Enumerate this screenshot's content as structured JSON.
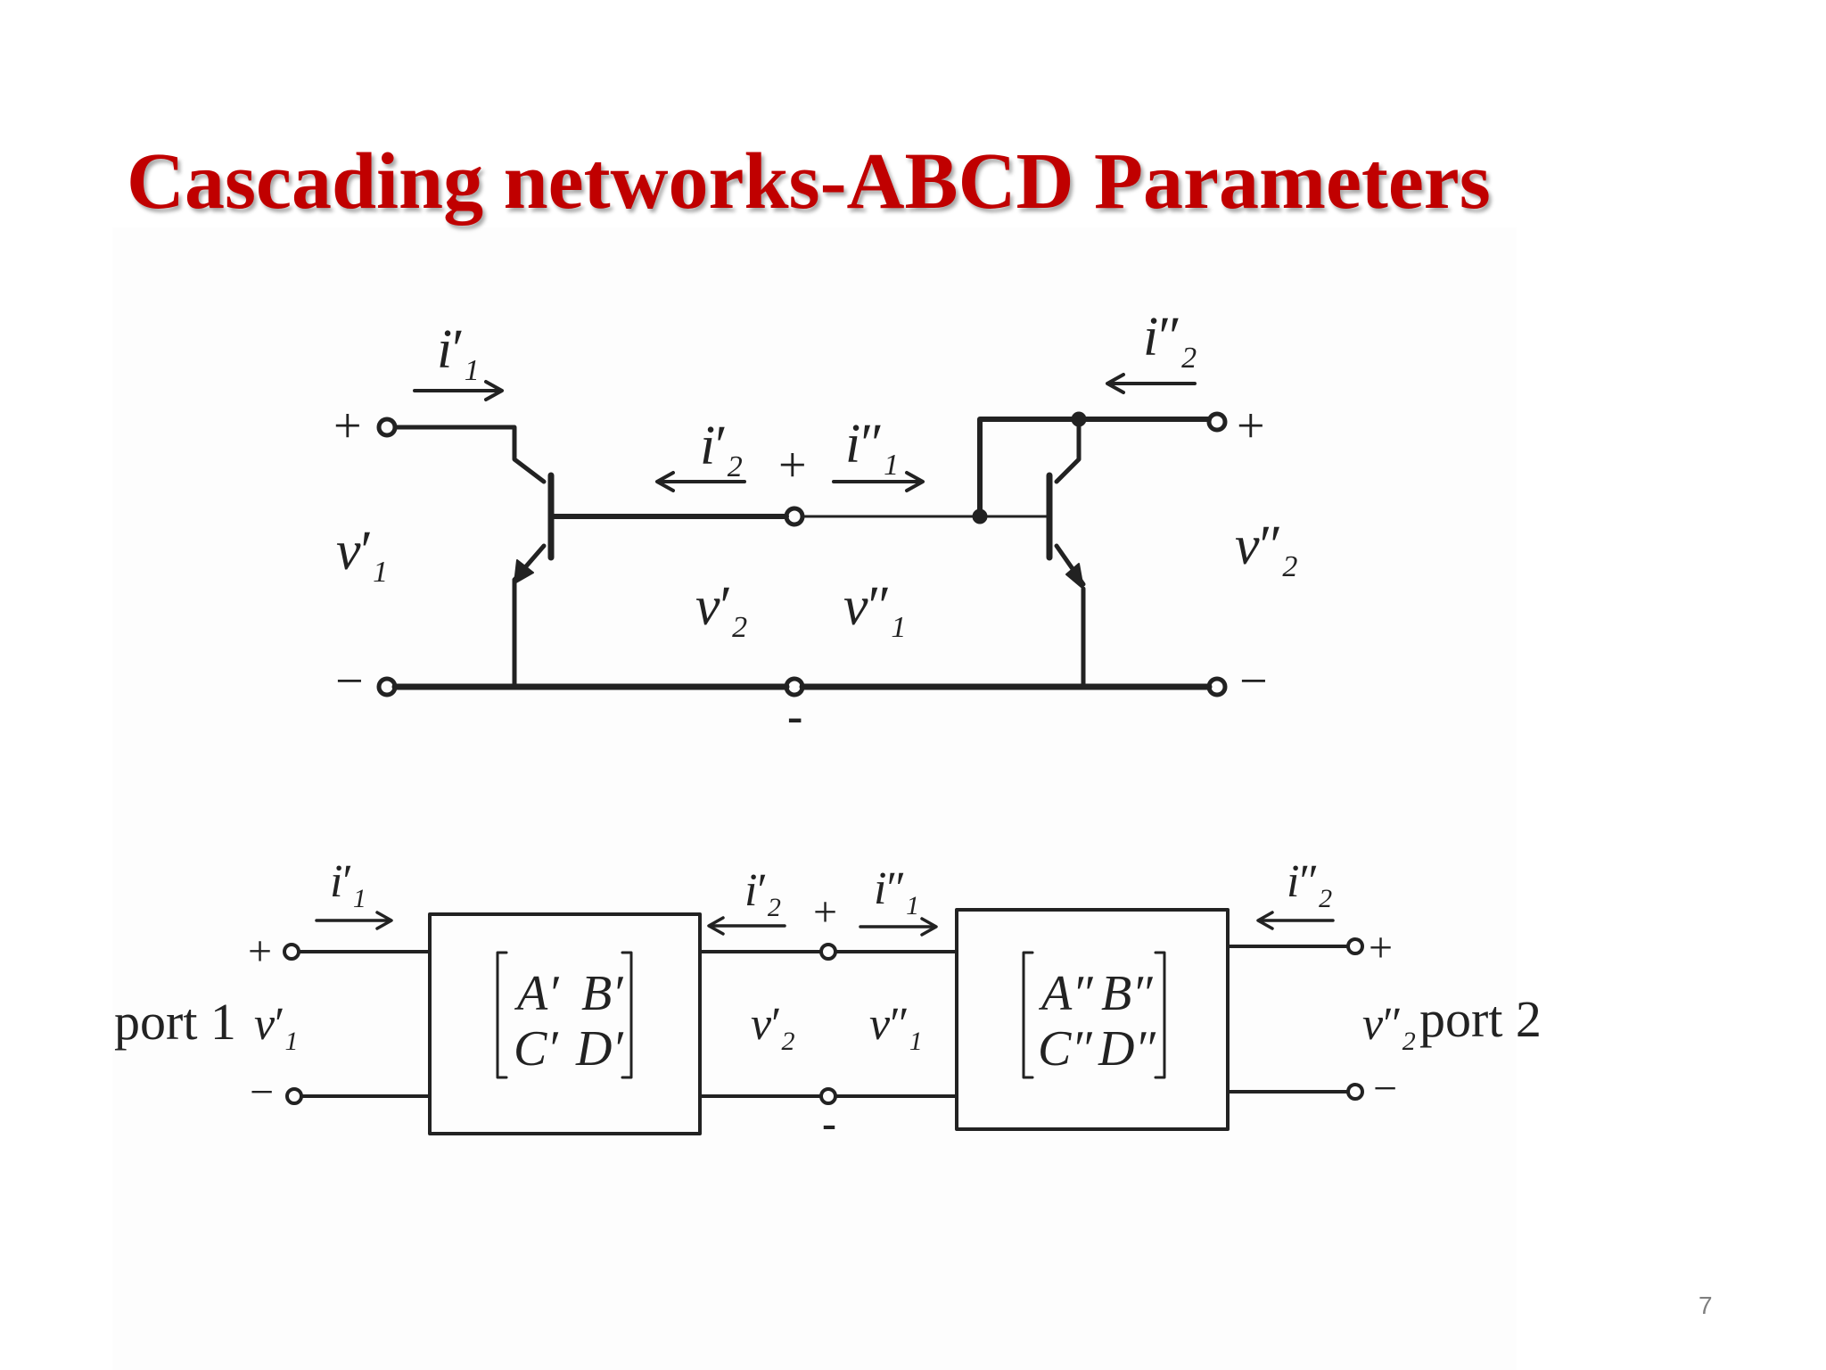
{
  "slide": {
    "title": "Cascading networks-ABCD Parameters",
    "page_number": "7"
  },
  "transistor_circuit": {
    "i1_prime": "i",
    "i1_prime_sub": "1",
    "i2_prime": "i",
    "i2_prime_sub": "2",
    "i1_dprime": "i",
    "i1_dprime_sub": "1",
    "i2_dprime": "i",
    "i2_dprime_sub": "2",
    "v1_prime": "v",
    "v1_prime_sub": "1",
    "v2_prime": "v",
    "v2_prime_sub": "2",
    "v1_dprime": "v",
    "v1_dprime_sub": "1",
    "v2_dprime": "v",
    "v2_dprime_sub": "2",
    "plus": "+",
    "minus": "−",
    "dash": "-"
  },
  "block_circuit": {
    "port1": "port 1",
    "port2": "port 2",
    "i1_prime": "i",
    "i1_prime_sub": "1",
    "i2_prime": "i",
    "i2_prime_sub": "2",
    "i1_dprime": "i",
    "i1_dprime_sub": "1",
    "i2_dprime": "i",
    "i2_dprime_sub": "2",
    "v1_prime": "v",
    "v1_prime_sub": "1",
    "v2_prime": "v",
    "v2_prime_sub": "2",
    "v1_dprime": "v",
    "v1_dprime_sub": "1",
    "v2_dprime": "v",
    "v2_dprime_sub": "2",
    "plus": "+",
    "minus": "−",
    "dash": "-",
    "matrix1": {
      "a": "A′",
      "b": "B′",
      "c": "C′",
      "d": "D′"
    },
    "matrix2": {
      "a": "A″",
      "b": "B″",
      "c": "C″",
      "d": "D″"
    }
  }
}
